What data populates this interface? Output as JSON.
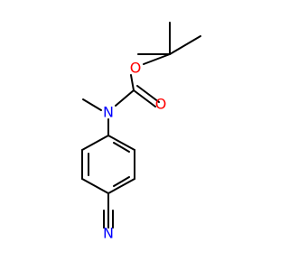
{
  "molecule": {
    "atoms": {
      "oxygen_ester": {
        "symbol": "O",
        "color": "#ff0000"
      },
      "oxygen_carbonyl": {
        "symbol": "O",
        "color": "#ff0000"
      },
      "nitrogen_amine": {
        "symbol": "N",
        "color": "#0000ff"
      },
      "nitrogen_nitrile": {
        "symbol": "N",
        "color": "#0000ff"
      }
    },
    "bond_color": "#000000"
  }
}
